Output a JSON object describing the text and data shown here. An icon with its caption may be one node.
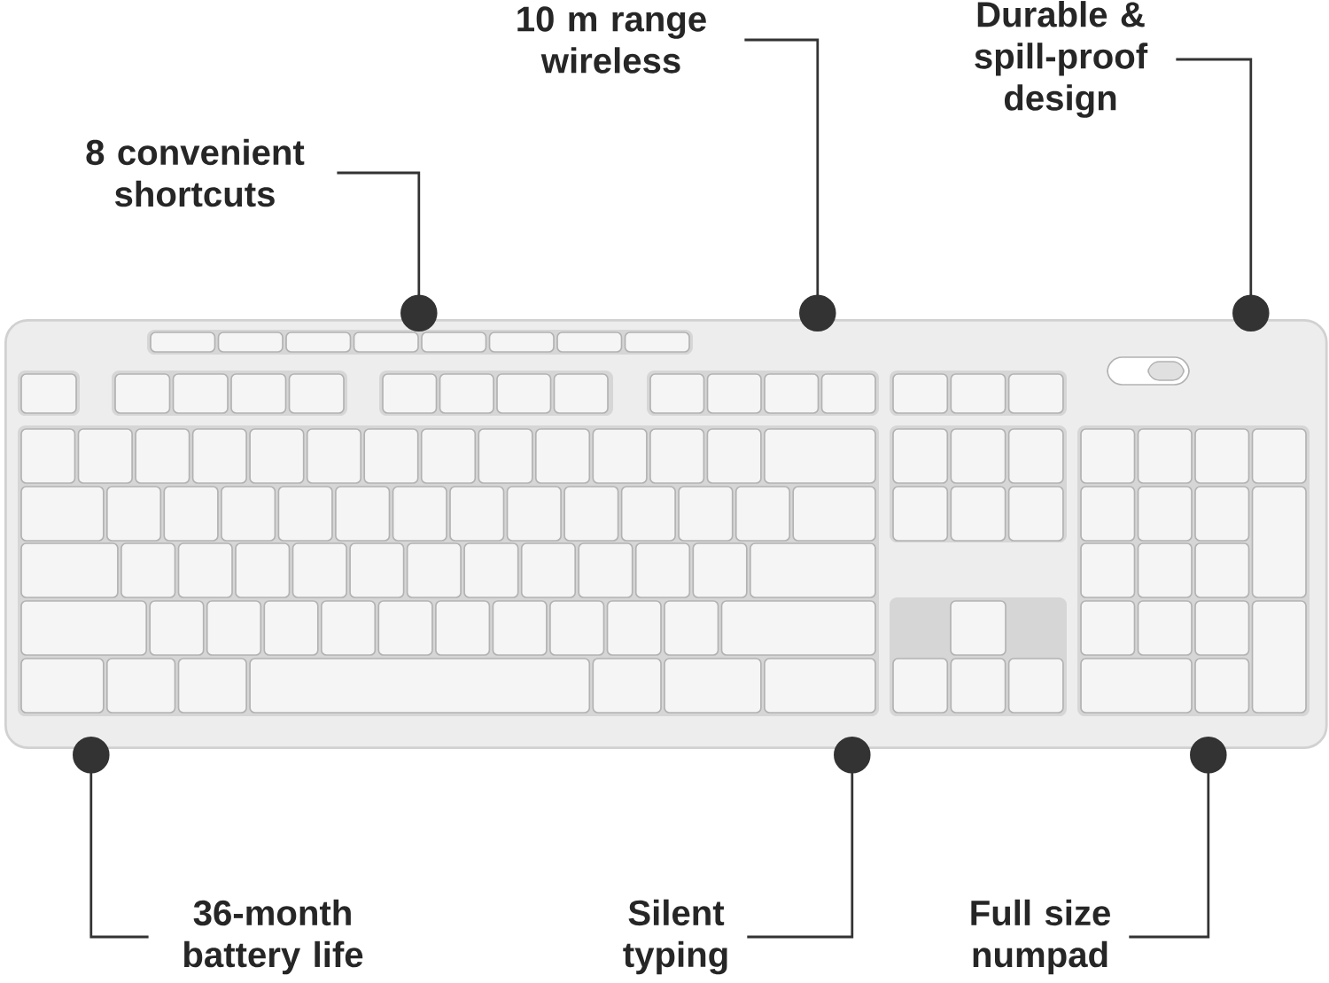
{
  "diagram": {
    "nodes": [
      {
        "text": [
          "8 convenient shortcuts"
        ]
      },
      {
        "text": [
          "10 m range wireless"
        ]
      },
      {
        "text": [
          "Durable & spill-proof design"
        ]
      },
      {
        "text": [
          "36-month battery life"
        ]
      },
      {
        "text": [
          "Silent typing"
        ]
      },
      {
        "text": [
          "Full size numpad"
        ]
      },
      {
        "text": [],
        "shape": "picture"
      }
    ],
    "edges": [
      {
        "from": 0,
        "to": 6,
        "arrow": "other"
      },
      {
        "from": 1,
        "to": 6,
        "arrow": "other"
      },
      {
        "from": 2,
        "to": 6,
        "arrow": "other"
      },
      {
        "from": 3,
        "to": 6,
        "arrow": "other"
      },
      {
        "from": 4,
        "to": 6,
        "arrow": "other"
      },
      {
        "from": 5,
        "to": 6,
        "arrow": "other"
      }
    ]
  }
}
